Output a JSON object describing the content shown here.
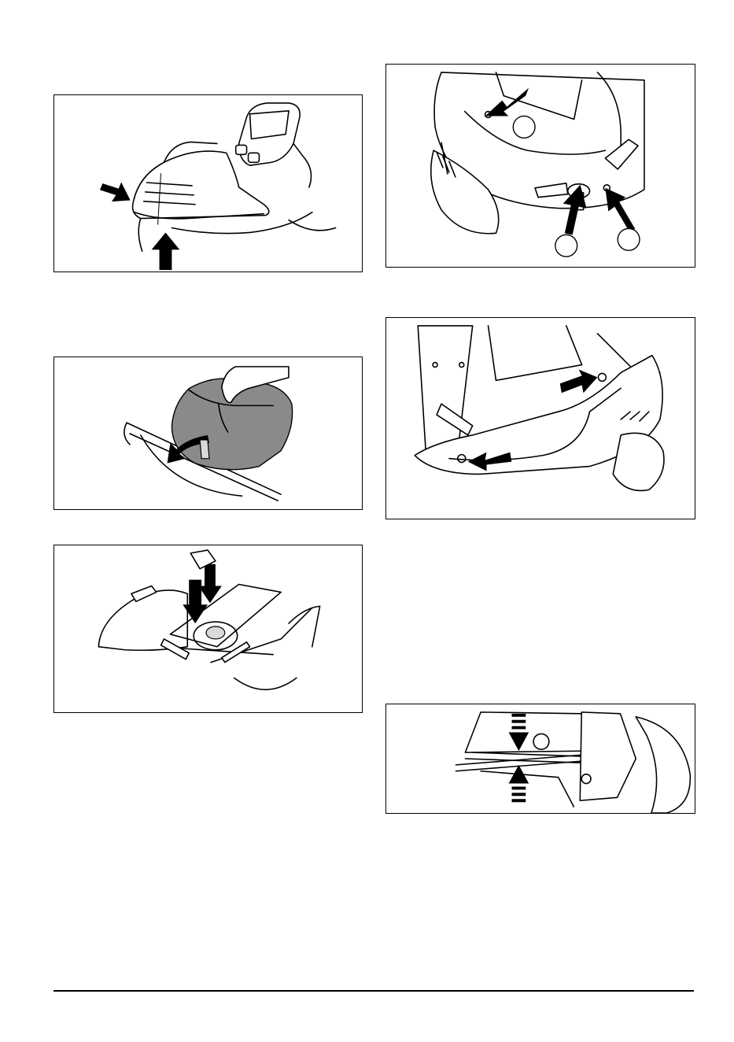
{
  "colors": {
    "line": "#000000",
    "background": "#ffffff",
    "part_fill": "#8a8a8a"
  },
  "figures": [
    {
      "id": "fig-hood-release",
      "arrows": 2,
      "callouts": 0
    },
    {
      "id": "fig-rear-mounts",
      "arrows": 3,
      "callouts": 3
    },
    {
      "id": "fig-cover-removal",
      "arrows": 1,
      "callouts": 0
    },
    {
      "id": "fig-deck-mounts",
      "arrows": 2,
      "callouts": 0
    },
    {
      "id": "fig-frame-press",
      "arrows": 2,
      "callouts": 0
    },
    {
      "id": "fig-gap-measure",
      "arrows": 2,
      "callouts": 0
    }
  ]
}
